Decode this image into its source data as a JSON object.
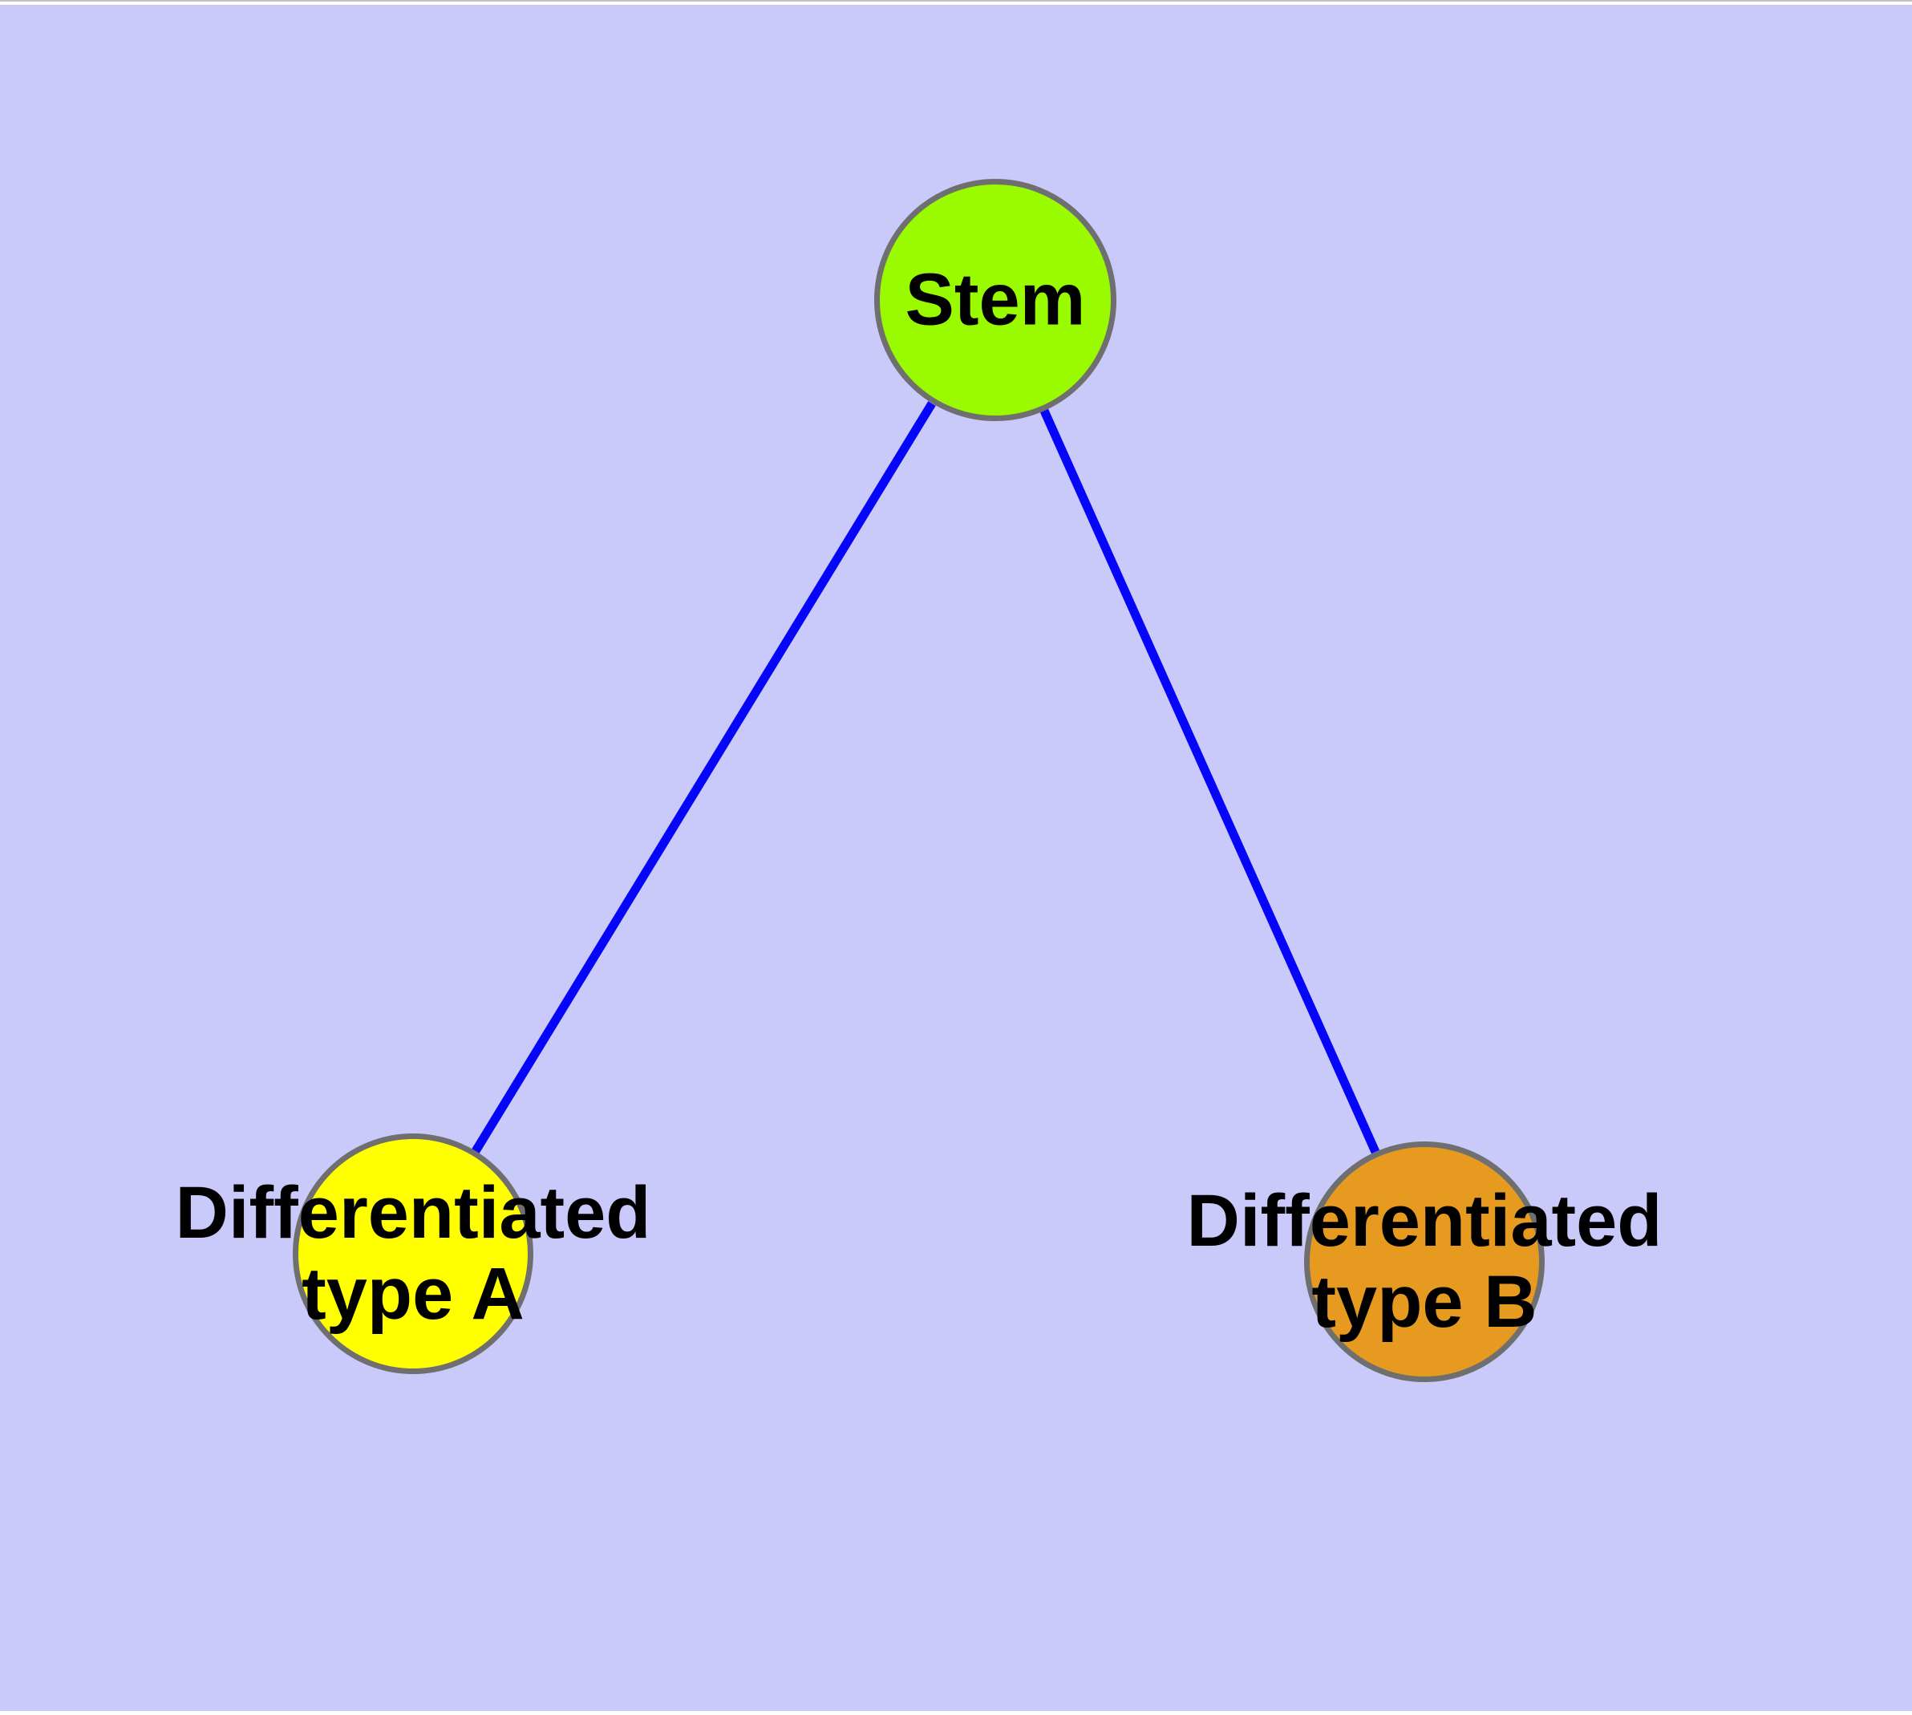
{
  "diagram": {
    "background_color": "#C9C9FA",
    "margin_color": "#FFFFFF",
    "edge_color": "#0505FA",
    "node_border_color": "#6F6F6F",
    "label_color": "#000000",
    "nodes": [
      {
        "id": "stem",
        "label": "Stem",
        "fill": "#9AFB00"
      },
      {
        "id": "type-a",
        "label": "Differentiated\ntype A",
        "fill": "#FFFF00"
      },
      {
        "id": "type-b",
        "label": "Differentiated\ntype B",
        "fill": "#E79A20"
      }
    ],
    "edges": [
      {
        "from": "stem",
        "to": "type-a"
      },
      {
        "from": "stem",
        "to": "type-b"
      }
    ]
  }
}
